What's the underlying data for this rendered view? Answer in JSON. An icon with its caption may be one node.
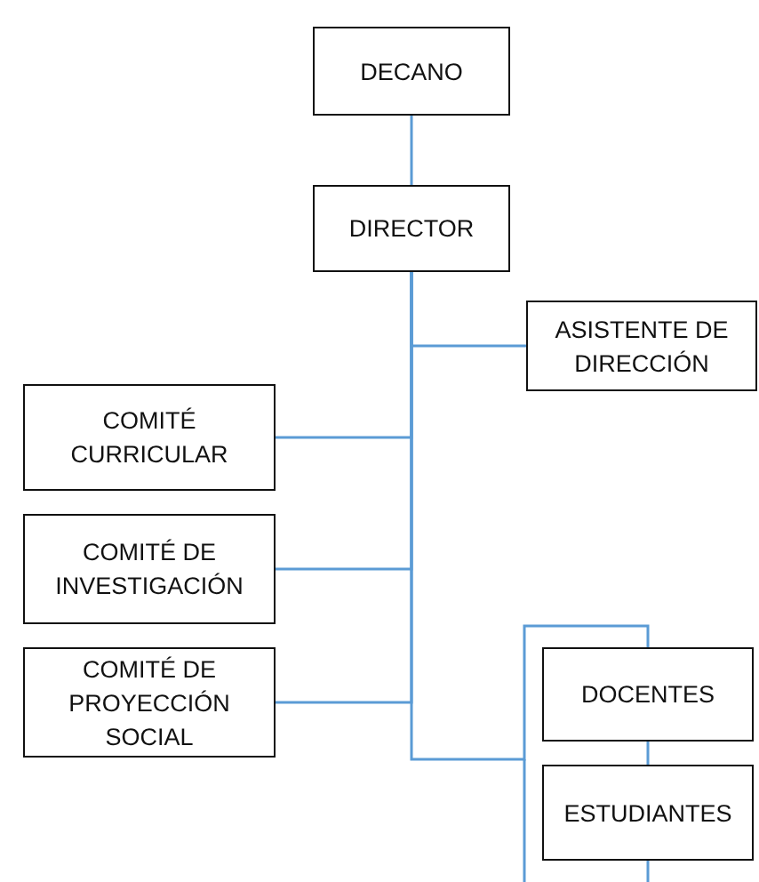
{
  "diagram": {
    "nodes": [
      {
        "text": [
          "DECANO"
        ]
      },
      {
        "text": [
          "DIRECTOR"
        ]
      },
      {
        "text": [
          "ASISTENTE DE DIRECCIÓN"
        ]
      },
      {
        "text": [
          "COMITÉ CURRICULAR"
        ]
      },
      {
        "text": [
          "COMITÉ DE INVESTIGACIÓN"
        ]
      },
      {
        "text": [
          "COMITÉ DE PROYECCIÓN SOCIAL"
        ]
      },
      {
        "text": [
          "DOCENTES"
        ]
      },
      {
        "text": [
          "ESTUDIANTES"
        ]
      }
    ],
    "edges": [
      {
        "from": 0,
        "to": 1,
        "arrow": "none"
      },
      {
        "from": 1,
        "to": 2,
        "arrow": "none"
      },
      {
        "from": 1,
        "to": 3,
        "arrow": "none"
      },
      {
        "from": 1,
        "to": 4,
        "arrow": "none"
      },
      {
        "from": 1,
        "to": 5,
        "arrow": "none"
      },
      {
        "from": 1,
        "to": 6,
        "arrow": "none"
      },
      {
        "from": 6,
        "to": 7,
        "arrow": "none"
      },
      {
        "from": 7,
        "to": null,
        "arrow": "none"
      }
    ]
  }
}
